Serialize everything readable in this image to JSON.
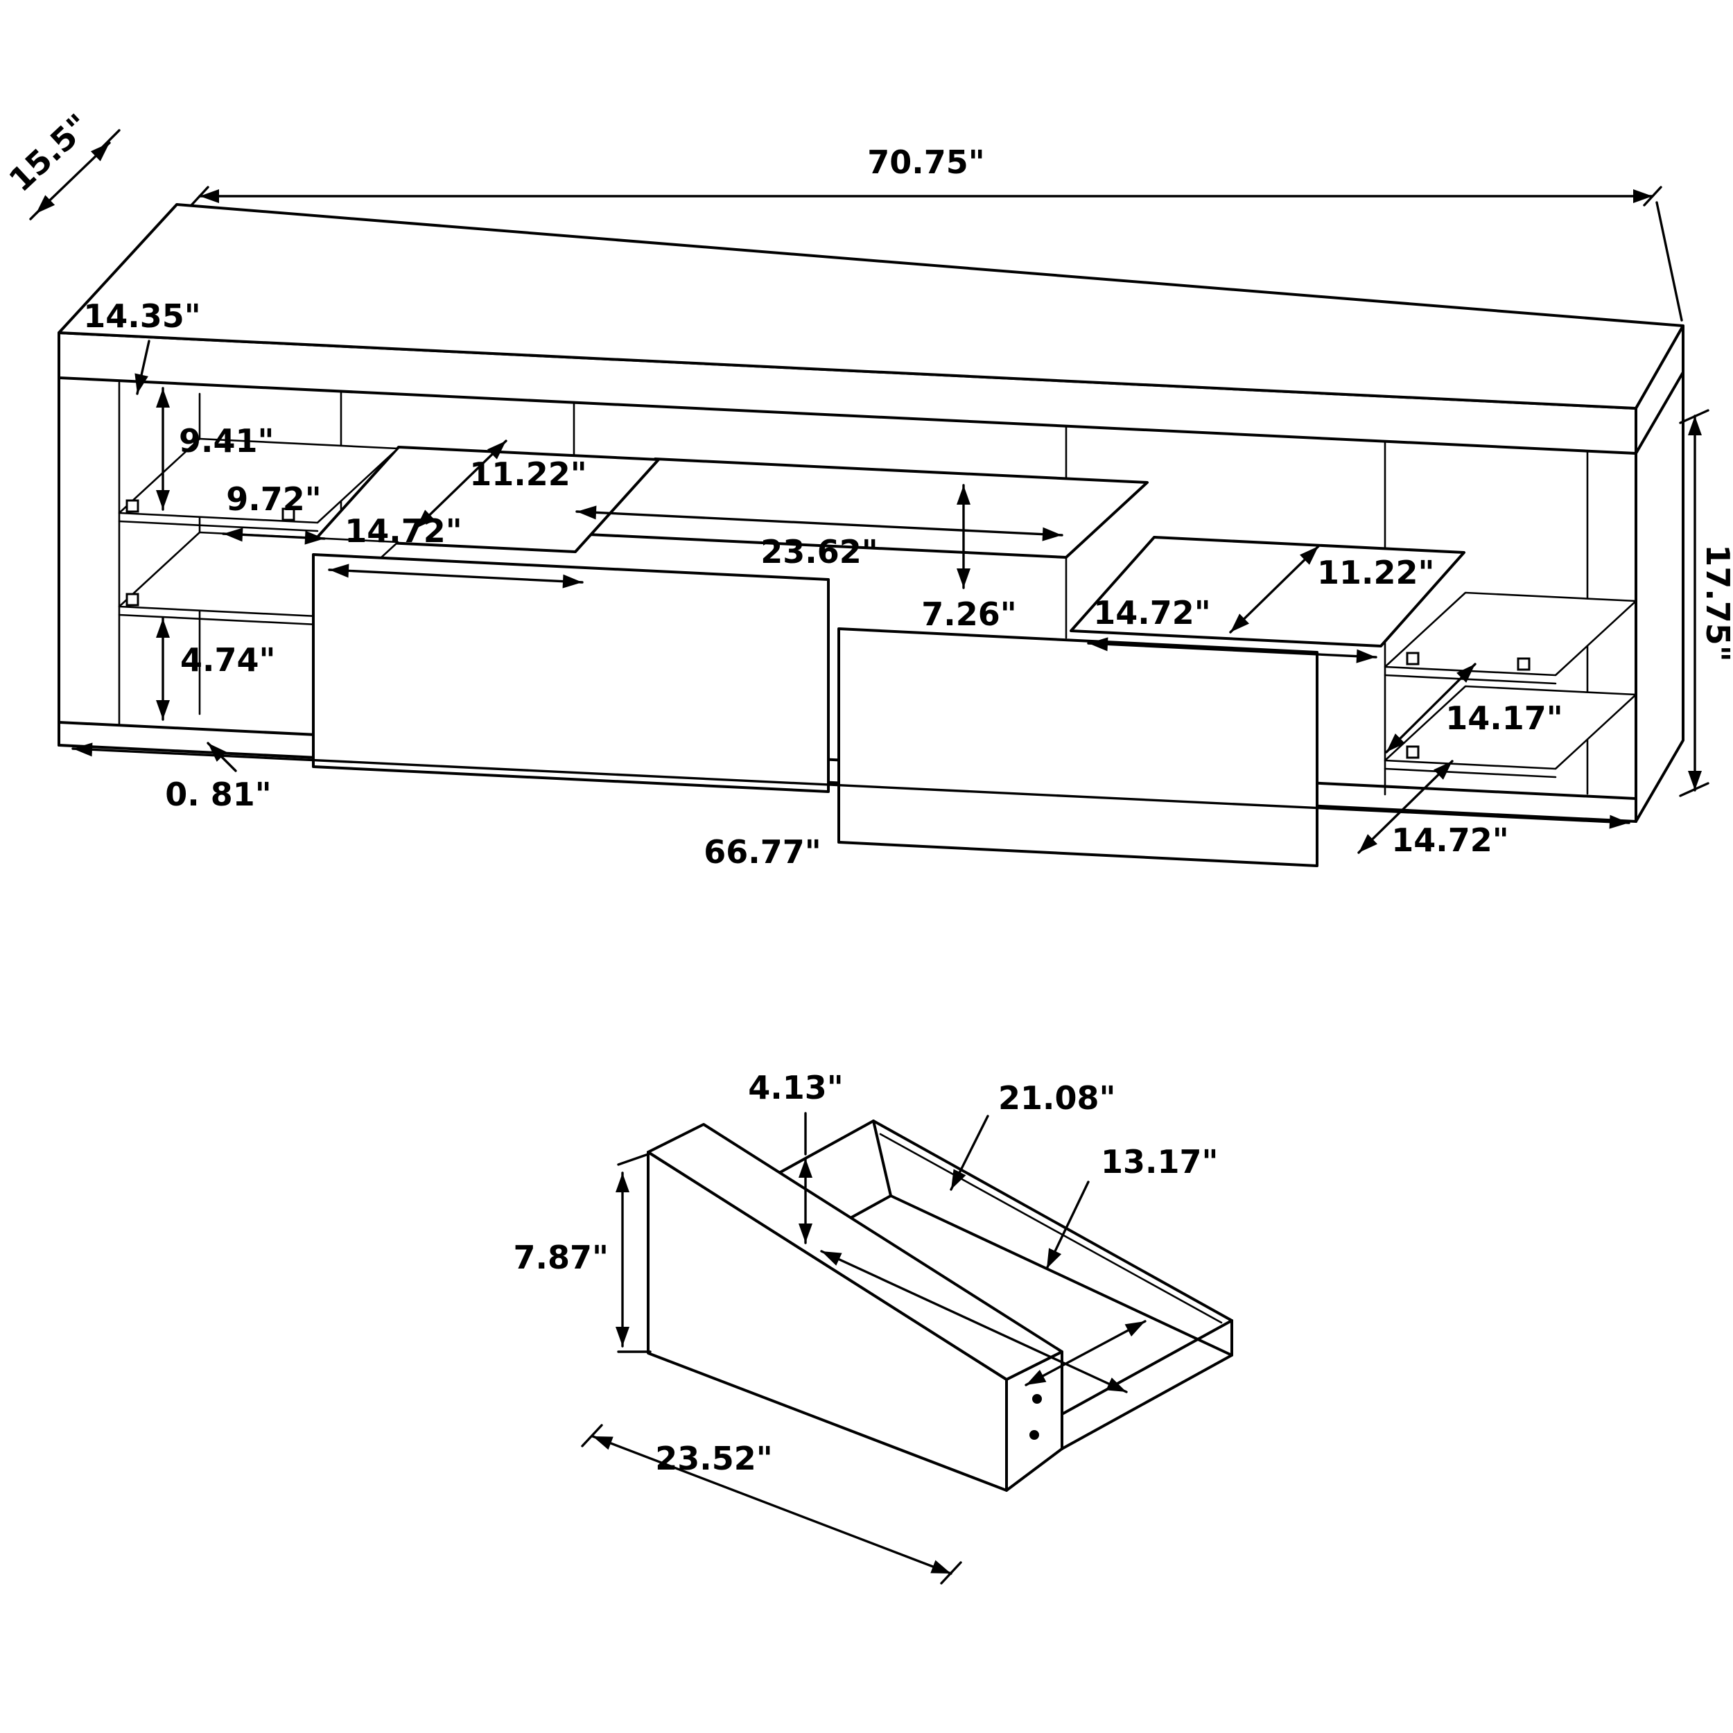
{
  "page": {
    "background": "#ffffff",
    "line_color": "#000000"
  },
  "tv_stand": {
    "name": "TV console dimensioned drawing",
    "dims": {
      "depth": "15.5\"",
      "width": "70.75\"",
      "left_opening_depth": "14.35\"",
      "left_upper_opening_height": "9.41\"",
      "left_opening_width": "9.72\"",
      "left_cubby_depth": "11.22\"",
      "left_cubby_width": "14.72\"",
      "middle_shelf_width": "23.62\"",
      "middle_opening_height": "7.26\"",
      "right_cubby_depth": "11.22\"",
      "right_cubby_width": "14.72\"",
      "right_shelf_depth": "14.17\"",
      "left_lower_opening_height": "4.74\"",
      "base_thickness": "0. 81\"",
      "interior_width": "66.77\"",
      "right_lower_shelf_width": "14.72\"",
      "overall_height": "17.75\""
    }
  },
  "drawer": {
    "name": "Drawer dimensioned drawing",
    "dims": {
      "wall_height": "4.13\"",
      "interior_length": "21.08\"",
      "interior_depth": "13.17\"",
      "front_height": "7.87\"",
      "front_width": "23.52\""
    }
  }
}
